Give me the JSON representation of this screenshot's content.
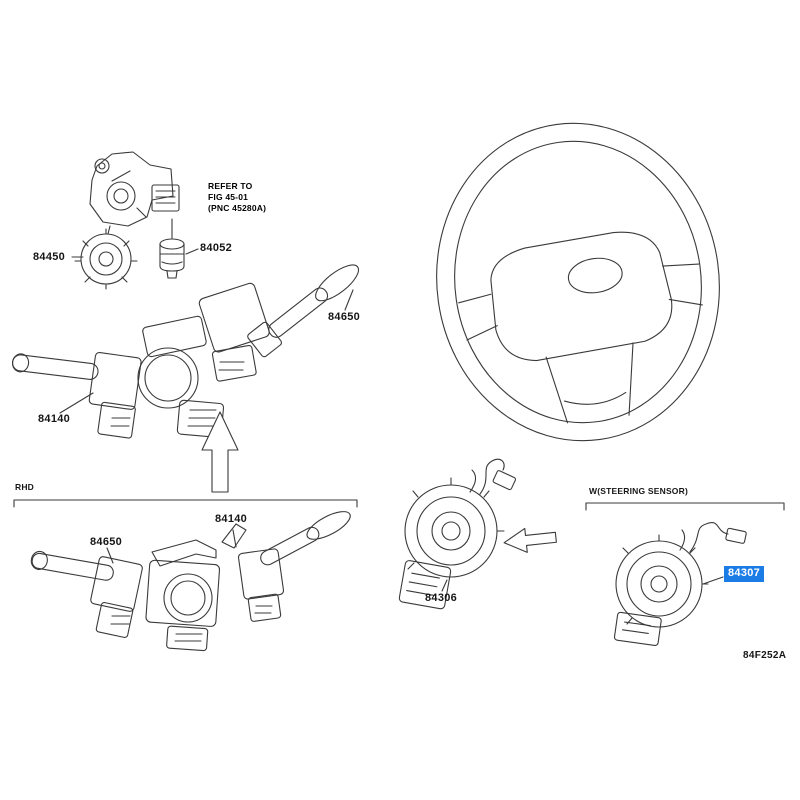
{
  "colors": {
    "background": "#ffffff",
    "line": "#3a3a3a",
    "highlight": "#1b7ce6",
    "highlight_text": "#ffffff"
  },
  "notes": {
    "refer_line1": "REFER TO",
    "refer_line2": "FIG 45-01",
    "refer_line3": "(PNC 45280A)",
    "rhd": "RHD",
    "steering_sensor": "W(STEERING SENSOR)"
  },
  "parts": {
    "p84450": "84450",
    "p84052": "84052",
    "p84650_upper": "84650",
    "p84140_upper": "84140",
    "p84650_lower": "84650",
    "p84140_lower": "84140",
    "p84306": "84306",
    "p84307": "84307"
  },
  "footer": {
    "diagram_code": "84F252A"
  }
}
